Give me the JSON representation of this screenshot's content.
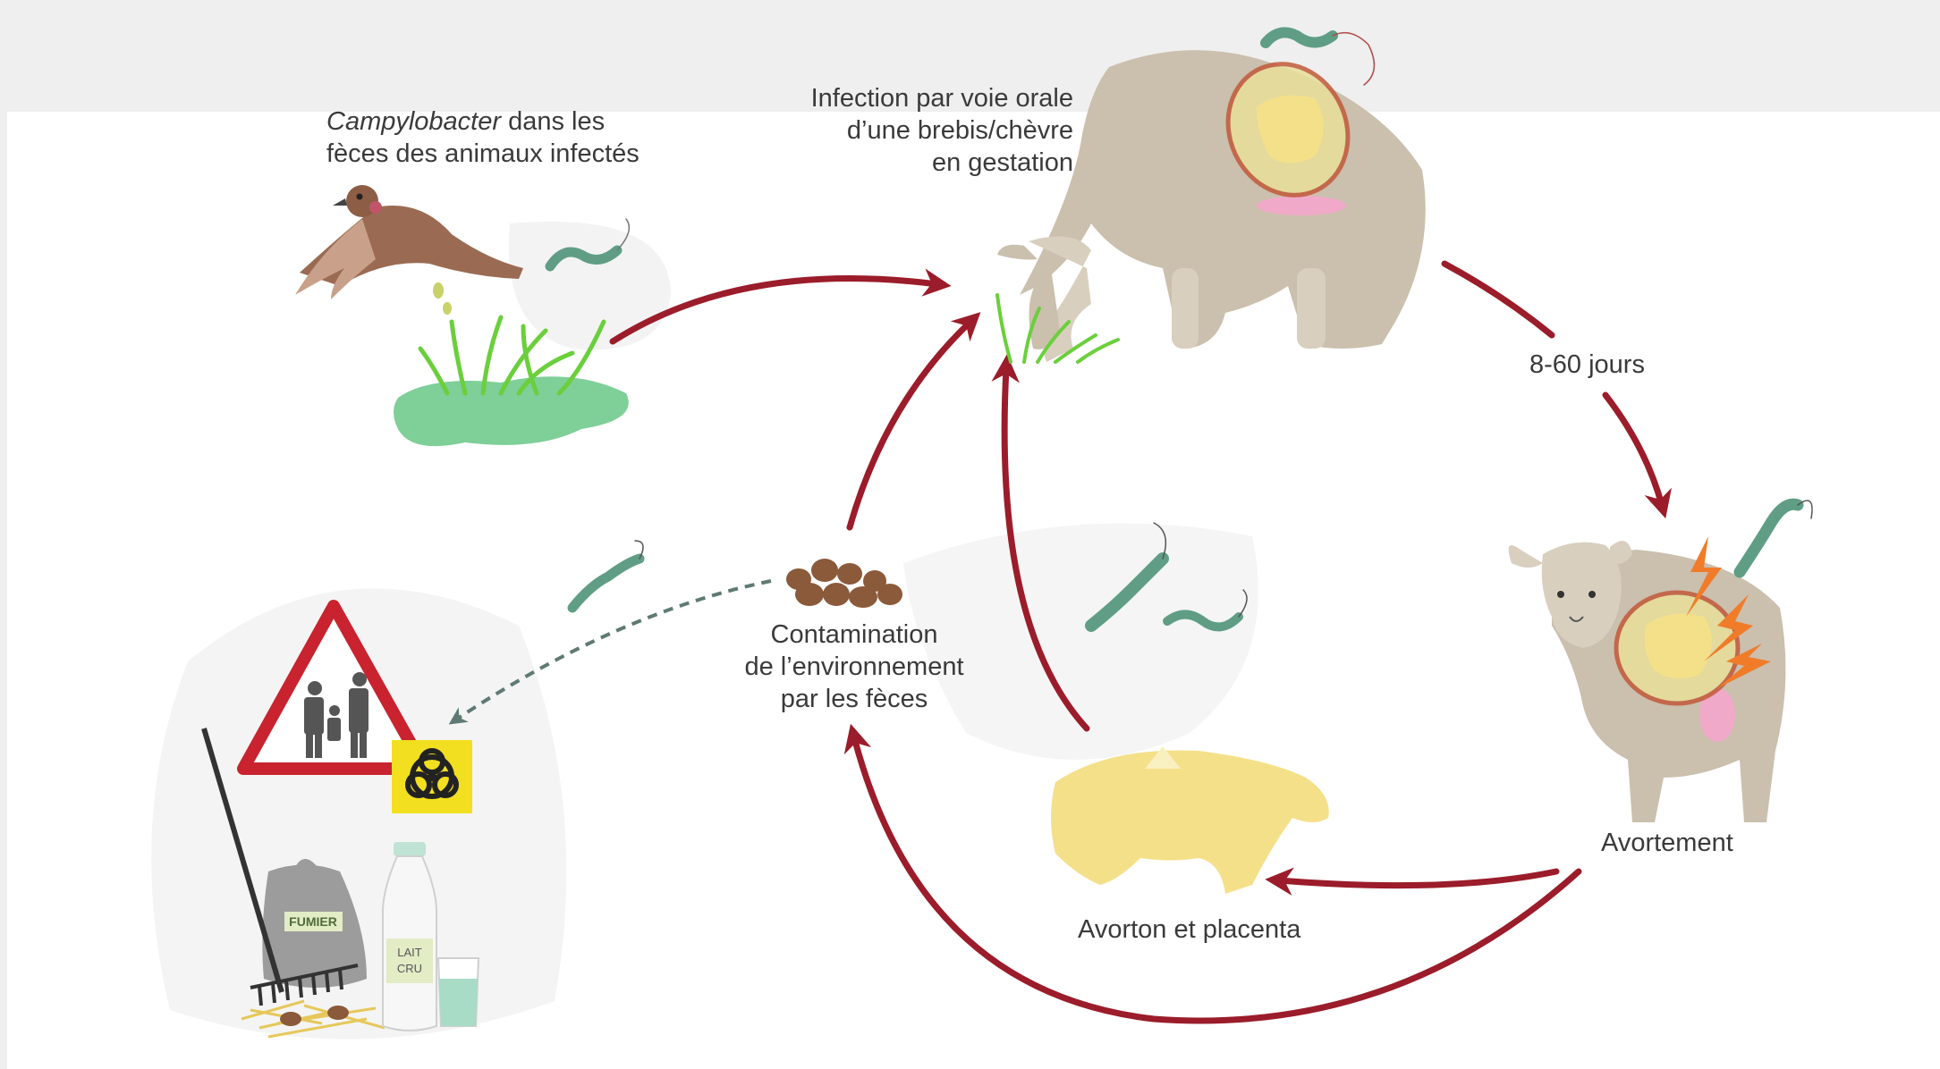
{
  "labels": {
    "campylobacter_italic": "Campylobacter",
    "campylobacter_rest": " dans les",
    "campylobacter_line2": "fèces des animaux infectés",
    "infection_line1": "Infection par voie orale",
    "infection_line2": "d’une brebis/chèvre",
    "infection_line3": "en gestation",
    "duration": "8-60 jours",
    "contamination_line1": "Contamination",
    "contamination_line2": "de l’environnement",
    "contamination_line3": "par les fèces",
    "abortion": "Avortement",
    "aborted_fetus": "Avorton et placenta",
    "manure_tag": "FUMIER",
    "milk_tag_line1": "LAIT",
    "milk_tag_line2": "CRU"
  },
  "colors": {
    "cycle_arrow": "#9b1c2a",
    "risk_arrow": "#5f7a74",
    "bacteria": "#5f9e85",
    "sheep_body": "#cbbfae",
    "fetus": "#f5e08a",
    "grass": "#6bcf3c",
    "puddle": "#7ecf98",
    "warning_red": "#c8232e",
    "biohazard_yellow": "#f2df1f"
  },
  "icons": [
    "bird-icon",
    "bacterium-icon",
    "grass-icon",
    "puddle-icon",
    "sheep-icon",
    "fetus-icon",
    "lightning-icon",
    "feces-icon",
    "warning-sign-icon",
    "biohazard-icon",
    "rake-icon",
    "manure-bag-icon",
    "milk-bottle-icon",
    "glass-icon",
    "straw-icon"
  ]
}
